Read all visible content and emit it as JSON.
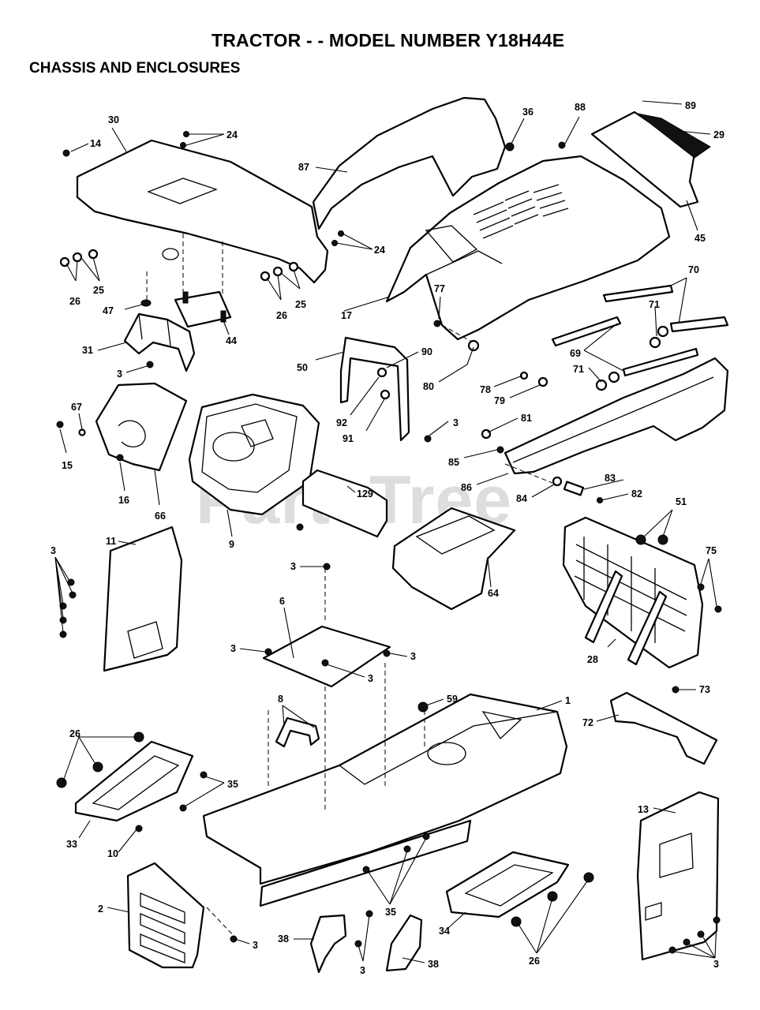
{
  "header": {
    "title": "TRACTOR - - MODEL NUMBER  Y18H44E",
    "section": "CHASSIS AND ENCLOSURES"
  },
  "watermark": "PartsTree",
  "callouts": [
    {
      "id": "c30",
      "text": "30"
    },
    {
      "id": "c14",
      "text": "14"
    },
    {
      "id": "c24a",
      "text": "24"
    },
    {
      "id": "c24b",
      "text": "24"
    },
    {
      "id": "c26a",
      "text": "26"
    },
    {
      "id": "c25a",
      "text": "25"
    },
    {
      "id": "c26b",
      "text": "26"
    },
    {
      "id": "c25b",
      "text": "25"
    },
    {
      "id": "c47",
      "text": "47"
    },
    {
      "id": "c44",
      "text": "44"
    },
    {
      "id": "c31",
      "text": "31"
    },
    {
      "id": "c3a",
      "text": "3"
    },
    {
      "id": "c87",
      "text": "87"
    },
    {
      "id": "c36",
      "text": "36"
    },
    {
      "id": "c88",
      "text": "88"
    },
    {
      "id": "c89",
      "text": "89"
    },
    {
      "id": "c29",
      "text": "29"
    },
    {
      "id": "c45",
      "text": "45"
    },
    {
      "id": "c17",
      "text": "17"
    },
    {
      "id": "c77",
      "text": "77"
    },
    {
      "id": "c70",
      "text": "70"
    },
    {
      "id": "c71a",
      "text": "71"
    },
    {
      "id": "c69",
      "text": "69"
    },
    {
      "id": "c71b",
      "text": "71"
    },
    {
      "id": "c50",
      "text": "50"
    },
    {
      "id": "c90",
      "text": "90"
    },
    {
      "id": "c80",
      "text": "80"
    },
    {
      "id": "c78",
      "text": "78"
    },
    {
      "id": "c79",
      "text": "79"
    },
    {
      "id": "c92",
      "text": "92"
    },
    {
      "id": "c91",
      "text": "91"
    },
    {
      "id": "c3b",
      "text": "3"
    },
    {
      "id": "c81",
      "text": "81"
    },
    {
      "id": "c85",
      "text": "85"
    },
    {
      "id": "c86",
      "text": "86"
    },
    {
      "id": "c84a",
      "text": "84"
    },
    {
      "id": "c83",
      "text": "83"
    },
    {
      "id": "c82",
      "text": "82"
    },
    {
      "id": "c67",
      "text": "67"
    },
    {
      "id": "c15",
      "text": "15"
    },
    {
      "id": "c16",
      "text": "16"
    },
    {
      "id": "c66",
      "text": "66"
    },
    {
      "id": "c9",
      "text": "9"
    },
    {
      "id": "c129",
      "text": "129"
    },
    {
      "id": "c64",
      "text": "64"
    },
    {
      "id": "c51",
      "text": "51"
    },
    {
      "id": "c75",
      "text": "75"
    },
    {
      "id": "c28",
      "text": "28"
    },
    {
      "id": "c11",
      "text": "11"
    },
    {
      "id": "c3c",
      "text": "3"
    },
    {
      "id": "c3d",
      "text": "3"
    },
    {
      "id": "c6",
      "text": "6"
    },
    {
      "id": "c3e",
      "text": "3"
    },
    {
      "id": "c3f",
      "text": "3"
    },
    {
      "id": "c3g",
      "text": "3"
    },
    {
      "id": "c8",
      "text": "8"
    },
    {
      "id": "c59",
      "text": "59"
    },
    {
      "id": "c1",
      "text": "1"
    },
    {
      "id": "c73",
      "text": "73"
    },
    {
      "id": "c72",
      "text": "72"
    },
    {
      "id": "c26c",
      "text": "26"
    },
    {
      "id": "c35a",
      "text": "35"
    },
    {
      "id": "c33",
      "text": "33"
    },
    {
      "id": "c10",
      "text": "10"
    },
    {
      "id": "c13",
      "text": "13"
    },
    {
      "id": "c2",
      "text": "2"
    },
    {
      "id": "c3h",
      "text": "3"
    },
    {
      "id": "c35b",
      "text": "35"
    },
    {
      "id": "c38a",
      "text": "38"
    },
    {
      "id": "c3i",
      "text": "3"
    },
    {
      "id": "c38b",
      "text": "38"
    },
    {
      "id": "c34",
      "text": "34"
    },
    {
      "id": "c26d",
      "text": "26"
    },
    {
      "id": "c3j",
      "text": "3"
    }
  ]
}
